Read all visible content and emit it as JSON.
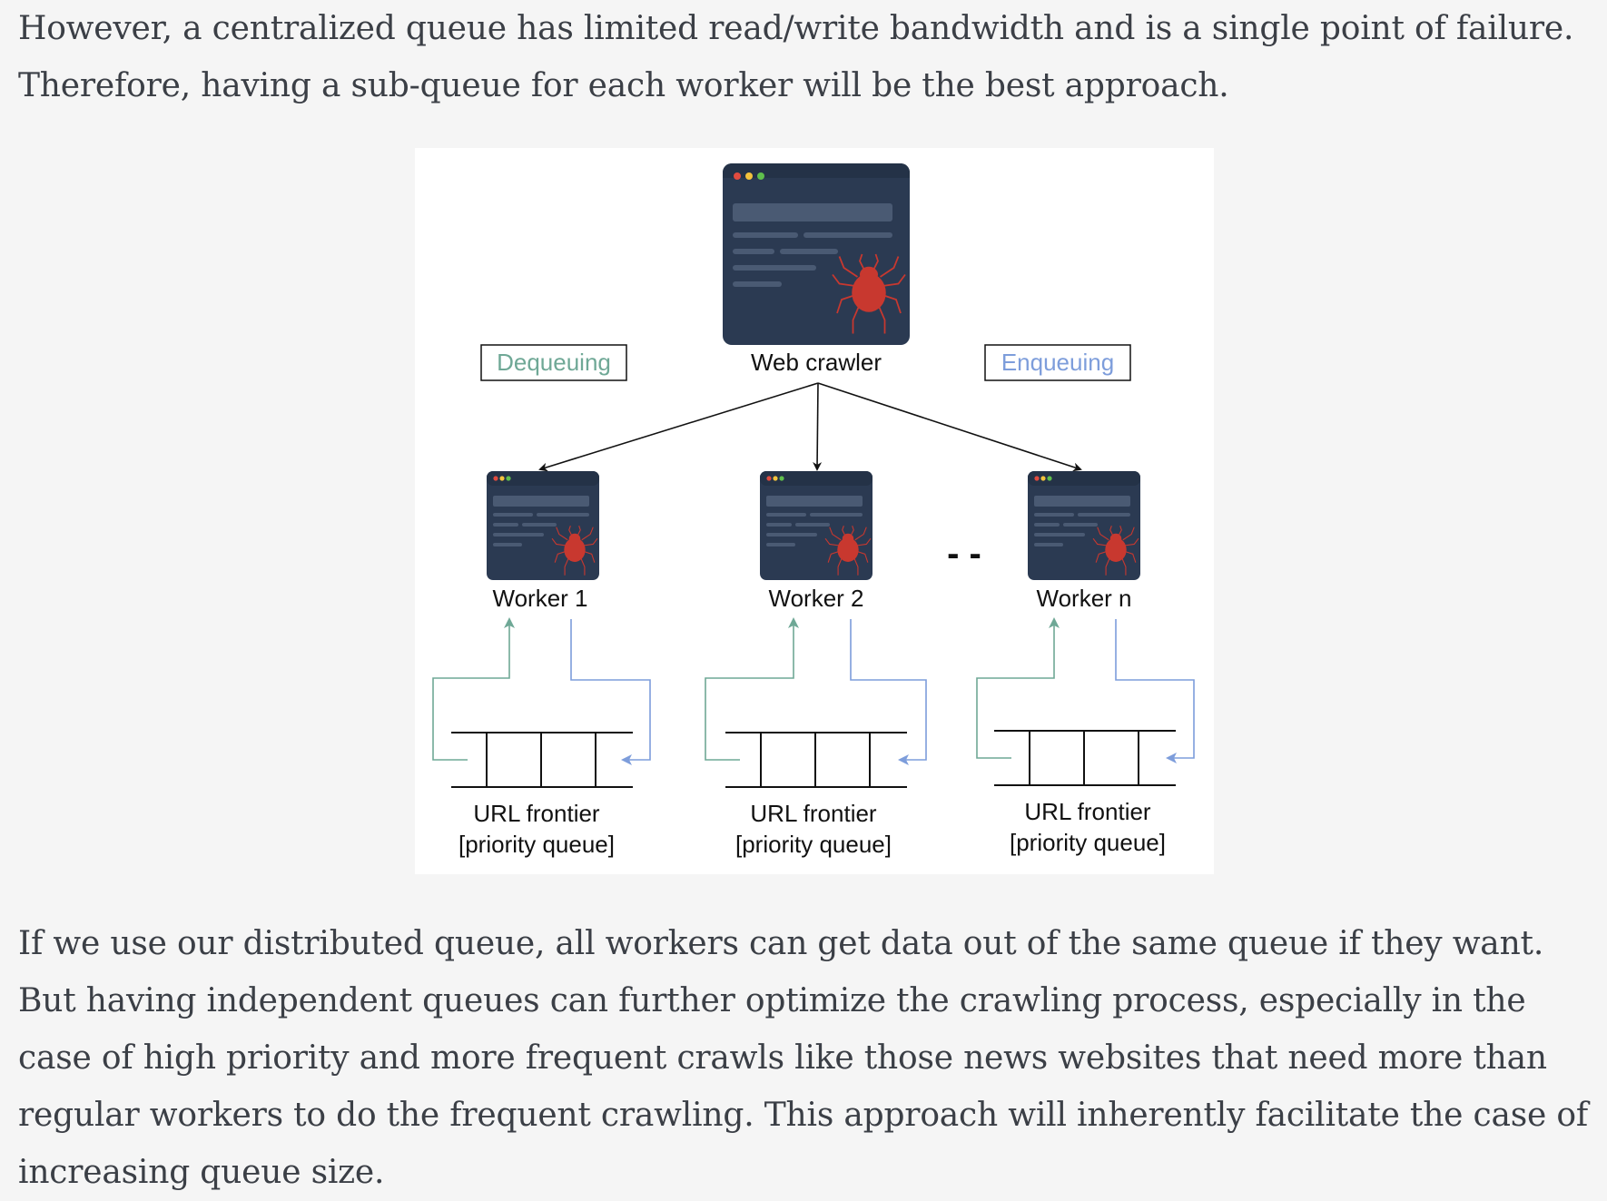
{
  "paragraphs": {
    "intro": "However, a centralized queue has limited read/write bandwidth and is a single point of failure. Therefore, having a sub-queue for each worker will be the best approach.",
    "followup": "If we use our distributed queue, all workers can get data out of the same queue if they want. But having independent queues can further optimize the crawling process, especially in the case of high priority and more frequent crawls like those news websites that need more than regular workers to do the frequent crawling. This approach will inherently facilitate the case of increasing queue size."
  },
  "diagram": {
    "crawler_label": "Web crawler",
    "dequeue_label": "Dequeuing",
    "enqueue_label": "Enqueuing",
    "ellipsis": "- -",
    "workers": [
      {
        "label": "Worker 1",
        "queue_line1": "URL frontier",
        "queue_line2": "[priority queue]"
      },
      {
        "label": "Worker 2",
        "queue_line1": "URL frontier",
        "queue_line2": "[priority queue]"
      },
      {
        "label": "Worker n",
        "queue_line1": "URL frontier",
        "queue_line2": "[priority queue]"
      }
    ],
    "colors": {
      "dequeue": "#6fa896",
      "enqueue": "#7d9ddb",
      "window": "#2b3a52",
      "window_bar": "#243247",
      "skeleton": "#4a5a73",
      "spider": "#c8382f"
    },
    "icons": [
      "browser-window-icon",
      "spider-icon"
    ]
  }
}
